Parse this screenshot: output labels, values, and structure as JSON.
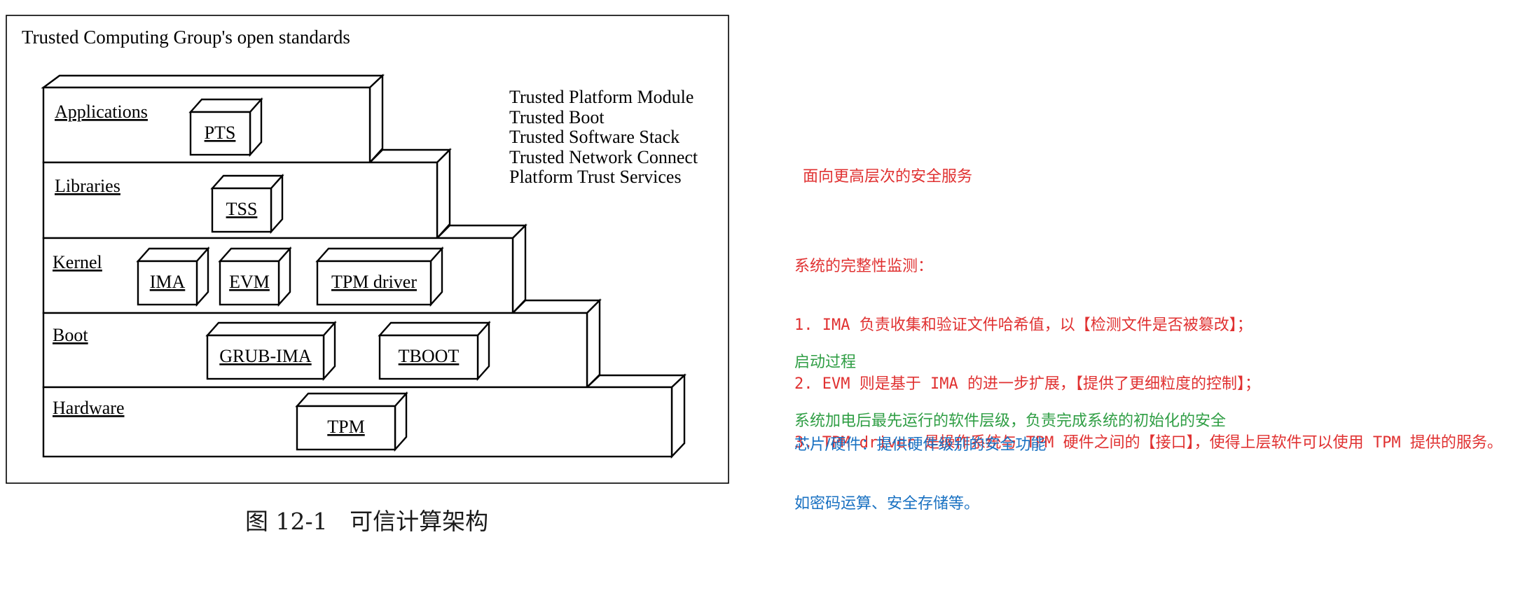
{
  "diagram": {
    "title": "Trusted Computing Group's open standards",
    "standards": [
      "Trusted Platform Module",
      "Trusted Boot",
      "Trusted Software Stack",
      "Trusted Network Connect",
      "Platform Trust Services"
    ],
    "layers": [
      {
        "id": "applications",
        "label": "Applications",
        "components": [
          "PTS"
        ]
      },
      {
        "id": "libraries",
        "label": "Libraries",
        "components": [
          "TSS"
        ]
      },
      {
        "id": "kernel",
        "label": "Kernel",
        "components": [
          "IMA",
          "EVM",
          "TPM driver"
        ]
      },
      {
        "id": "boot",
        "label": "Boot",
        "components": [
          "GRUB-IMA",
          "TBOOT"
        ]
      },
      {
        "id": "hardware",
        "label": "Hardware",
        "components": [
          "TPM"
        ]
      }
    ]
  },
  "caption": "图 12-1   可信计算架构",
  "notes": {
    "services": "面向更高层次的安全服务",
    "integrity": {
      "heading": "系统的完整性监测：",
      "items": [
        "1. IMA 负责收集和验证文件哈希值，以【检测文件是否被篡改】；",
        "2. EVM 则是基于 IMA 的进一步扩展，【提供了更细粒度的控制】；",
        "3. TPM driver 是操作系统与 TPM 硬件之间的【接口】，使得上层软件可以使用 TPM 提供的服务。"
      ]
    },
    "boot": {
      "heading": "启动过程",
      "text": "系统加电后最先运行的软件层级，负责完成系统的初始化的安全"
    },
    "hardware": {
      "line1": "芯片/硬件：提供硬件级别的安全功能",
      "line2": "如密码运算、安全存储等。"
    }
  },
  "colors": {
    "diagram_stroke": "#000000",
    "note_red": "#e03131",
    "note_green": "#2f9e44",
    "note_blue": "#1971c2"
  }
}
